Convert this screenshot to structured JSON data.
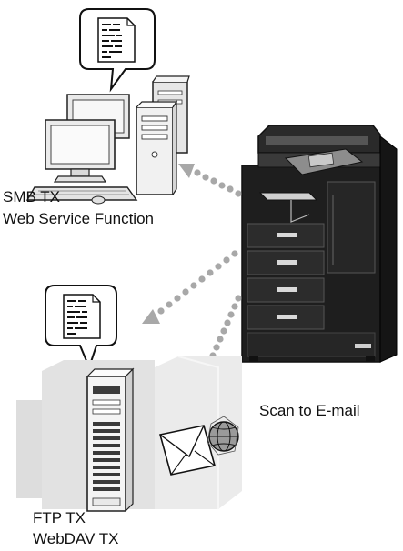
{
  "labels": {
    "smb_line1": "SMB TX",
    "smb_line2": "Web Service Function",
    "scan_to_email": "Scan to E-mail",
    "ftp_line1": "FTP TX",
    "ftp_line2": "WebDAV TX"
  },
  "icons": [
    "document-callout-icon",
    "desktop-computers-icon",
    "multifunction-printer-icon",
    "server-tower-icon",
    "envelope-globe-icon",
    "dotted-arrow-icon"
  ]
}
